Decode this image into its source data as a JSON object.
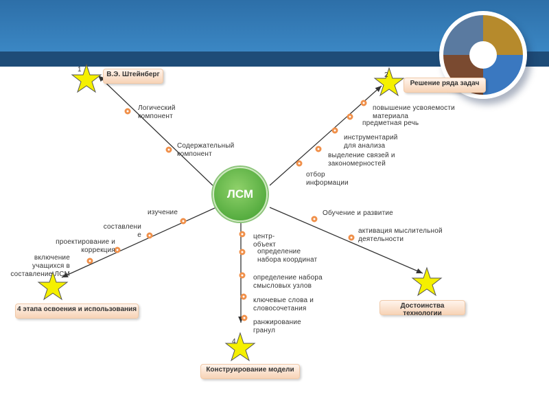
{
  "center": "ЛСМ",
  "nodes": {
    "steinberg": "В.Э. Штейнберг",
    "tasks": "Решение ряда задач",
    "stages": "4 этапа освоения и использования",
    "construct": "Конструирование модели",
    "advantages": "Достоинства технологии"
  },
  "star_numbers": {
    "n1": "1",
    "n2": "2",
    "n4": "4"
  },
  "branch_steinberg": [
    "Логический компонент",
    "Содержательный компонент"
  ],
  "branch_tasks": [
    "повышение усвояемости материала",
    "предметная речь",
    "инструментарий для анализа",
    "выделение связей и закономерностей",
    "отбор информации"
  ],
  "branch_stages": [
    "изучение",
    "составление",
    "проектирование и коррекция",
    "включение учащихся в составление ЛСМ"
  ],
  "branch_construct": [
    "центр-объект",
    "определение набора координат",
    "определение набора смысловых узлов",
    "ключевые слова и словосочетания",
    "ранжирование гранул"
  ],
  "branch_advantages": [
    "Обучение и развитие",
    "активация мыслительной деятельности"
  ],
  "colors": {
    "banner": "#3b87c4",
    "band": "#1e4c78",
    "dot": "#f0904a",
    "star": "#f5f000",
    "center": "#5bb33f"
  }
}
